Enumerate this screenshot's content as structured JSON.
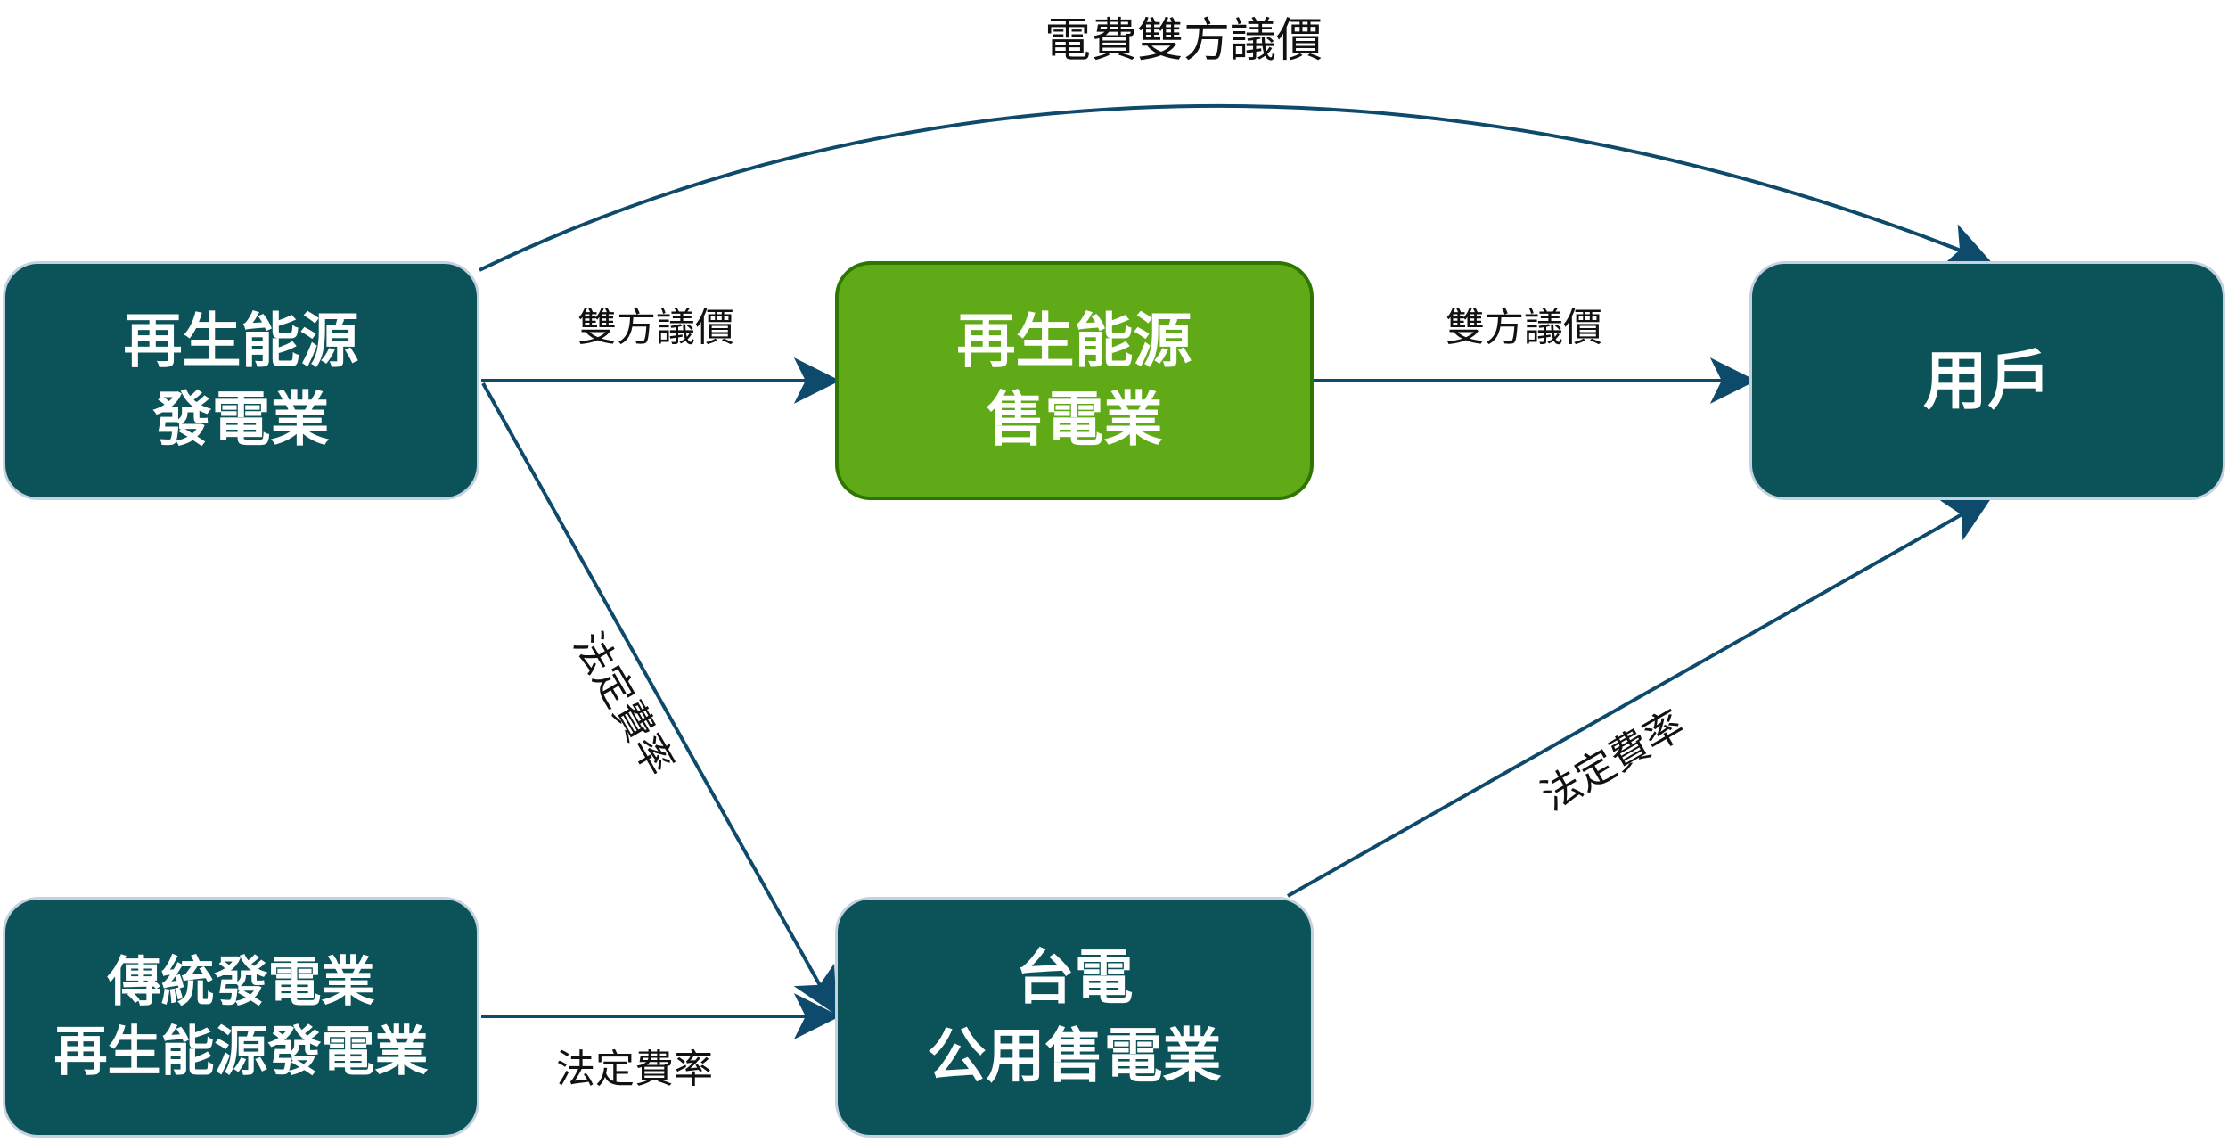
{
  "nodes": {
    "renewable_gen": {
      "lines": [
        "再生能源",
        "發電業"
      ]
    },
    "renewable_retail": {
      "lines": [
        "再生能源",
        "售電業"
      ]
    },
    "user": {
      "lines": [
        "用戶"
      ]
    },
    "traditional_gen": {
      "lines": [
        "傳統發電業",
        "再生能源發電業"
      ]
    },
    "taipower": {
      "lines": [
        "台電",
        "公用售電業"
      ]
    }
  },
  "edges": {
    "gen_to_user_top": {
      "label": "電費雙方議價"
    },
    "gen_to_retail": {
      "label": "雙方議價"
    },
    "retail_to_user": {
      "label": "雙方議價"
    },
    "gen_to_taipower": {
      "label": "法定費率"
    },
    "trad_to_taipower": {
      "label": "法定費率"
    },
    "taipower_to_user": {
      "label": "法定費率"
    }
  },
  "colors": {
    "node_dark": "#0b5259",
    "node_green": "#60a917",
    "arrow": "#0e4a6b"
  }
}
